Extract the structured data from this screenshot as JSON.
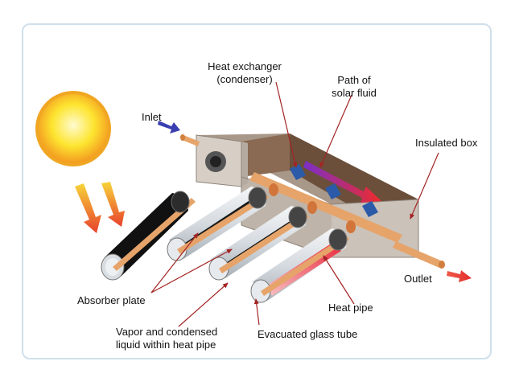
{
  "labels": {
    "heat_exchanger": "Heat exchanger\n(condenser)",
    "path_of_fluid": "Path of\nsolar fluid",
    "inlet": "Inlet",
    "insulated_box": "Insulated box",
    "outlet": "Outlet",
    "absorber_plate": "Absorber plate",
    "heat_pipe": "Heat pipe",
    "vapor": "Vapor and condensed\nliquid within heat pipe",
    "evacuated_tube": "Evacuated glass tube"
  },
  "colors": {
    "frame_border": "#cfe0ec",
    "sun": "#fde530",
    "box": "#c4bab0",
    "box_dark": "#6b4f3a",
    "copper": "#e6a46a",
    "arrow_red": "#e33b2e",
    "arrow_blue": "#3a3fb0",
    "leader": "#a32424",
    "condenser": "#2a5aa8"
  }
}
